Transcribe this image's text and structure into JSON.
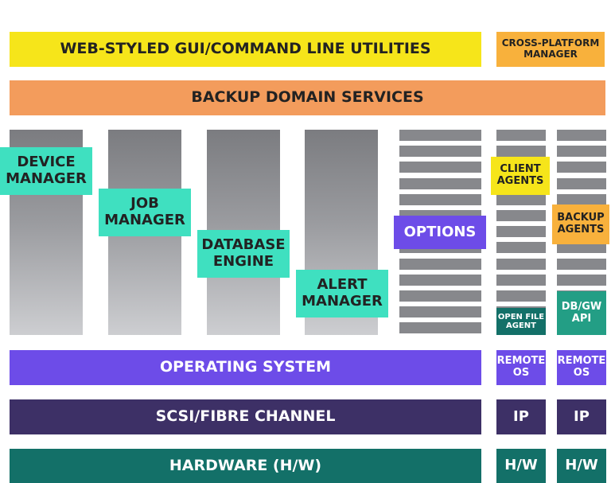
{
  "colors": {
    "yellow": "#f6e51a",
    "orange_light": "#f8b13c",
    "orange": "#f39c5c",
    "teal_light": "#3fe0c0",
    "purple": "#6d4ce8",
    "navy": "#3d3066",
    "dark_teal": "#137068",
    "green_teal": "#239e85",
    "gray": "#87888c"
  },
  "top": {
    "utilities": "WEB-STYLED GUI/COMMAND LINE UTILITIES",
    "cross_platform": "CROSS-PLATFORM MANAGER"
  },
  "services": "BACKUP DOMAIN SERVICES",
  "managers": {
    "device": "DEVICE MANAGER",
    "job": "JOB MANAGER",
    "database": "DATABASE ENGINE",
    "alert": "ALERT MANAGER",
    "options": "OPTIONS",
    "client_agents": "CLIENT AGENTS",
    "backup_agents": "BACKUP AGENTS",
    "open_file_agent": "OPEN FILE AGENT",
    "db_gw_api": "DB/GW API"
  },
  "layers": {
    "os": "OPERATING SYSTEM",
    "remote_os_1": "REMOTE OS",
    "remote_os_2": "REMOTE OS",
    "scsi": "SCSI/FIBRE CHANNEL",
    "ip_1": "IP",
    "ip_2": "IP",
    "hardware": "HARDWARE (H/W)",
    "hw_1": "H/W",
    "hw_2": "H/W"
  }
}
